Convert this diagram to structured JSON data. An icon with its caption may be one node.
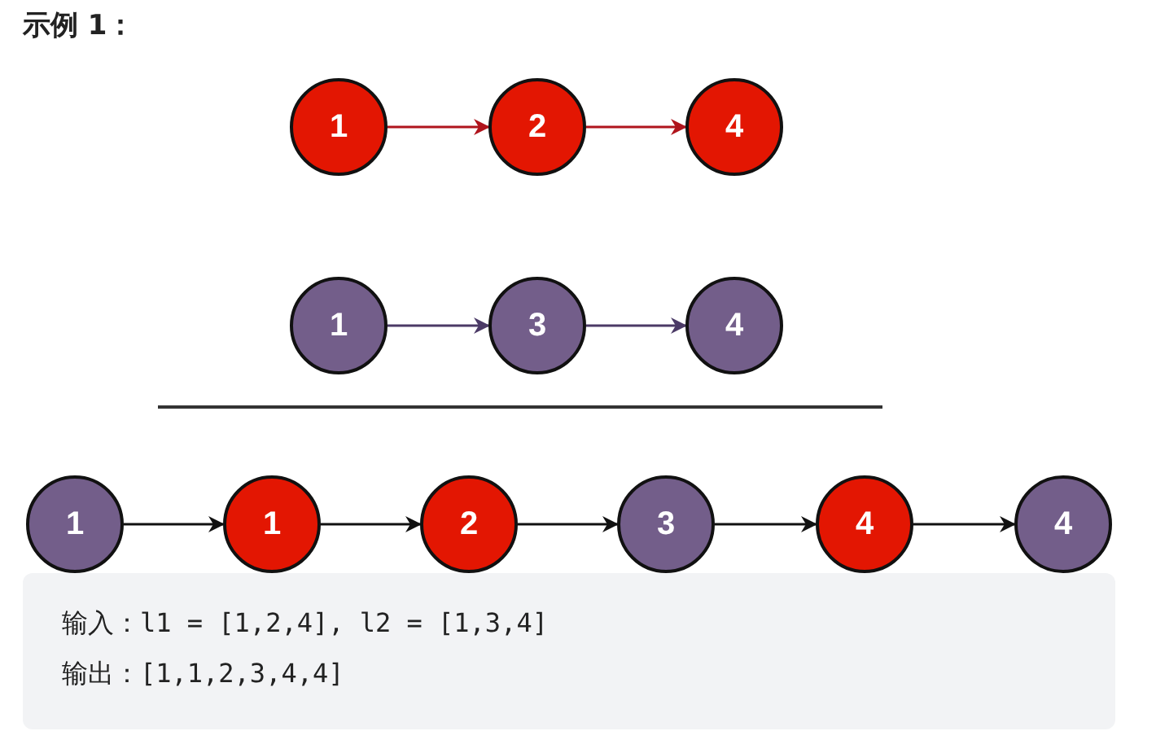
{
  "diagram": {
    "title": "示例 1：",
    "nodes": [
      {
        "text": [
          "1"
        ]
      },
      {
        "text": [
          "2"
        ]
      },
      {
        "text": [
          "4"
        ]
      },
      {
        "text": [
          "1"
        ]
      },
      {
        "text": [
          "3"
        ]
      },
      {
        "text": [
          "4"
        ]
      },
      {
        "text": [
          "1"
        ]
      },
      {
        "text": [
          "1"
        ]
      },
      {
        "text": [
          "2"
        ]
      },
      {
        "text": [
          "3"
        ]
      },
      {
        "text": [
          "4"
        ]
      },
      {
        "text": [
          "4"
        ]
      }
    ],
    "edges": [
      {
        "from": 0,
        "to": 1,
        "arrow": "to",
        "color": "#b0141c"
      },
      {
        "from": 1,
        "to": 2,
        "arrow": "to",
        "color": "#b0141c"
      },
      {
        "from": 3,
        "to": 4,
        "arrow": "to",
        "color": "#4b3a66"
      },
      {
        "from": 4,
        "to": 5,
        "arrow": "to",
        "color": "#4b3a66"
      },
      {
        "from": 6,
        "to": 7,
        "arrow": "to"
      },
      {
        "from": 7,
        "to": 8,
        "arrow": "to"
      },
      {
        "from": 8,
        "to": 9,
        "arrow": "to"
      },
      {
        "from": 9,
        "to": 10,
        "arrow": "to"
      },
      {
        "from": 10,
        "to": 11,
        "arrow": "to"
      }
    ],
    "labels": [
      "输入：l1 = [1,2,4], l2 = [1,3,4]",
      "输出：[1,1,2,3,4,4]"
    ]
  }
}
